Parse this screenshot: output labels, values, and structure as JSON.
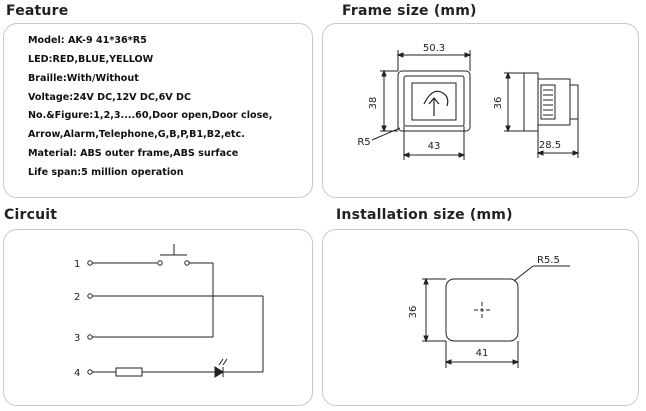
{
  "feature": {
    "heading": "Feature",
    "specs": [
      "Model: AK-9    41*36*R5",
      "LED:RED,BLUE,YELLOW",
      "Braille:With/Without",
      "Voltage:24V DC,12V DC,6V DC",
      "No.&Figure:1,2,3....60,Door open,Door close,",
      "Arrow,Alarm,Telephone,G,B,P,B1,B2,etc.",
      "Material: ABS outer frame,ABS surface",
      "Life span:5 million operation"
    ]
  },
  "frame": {
    "heading": "Frame size (mm)",
    "dim_width": "50.3",
    "dim_height": "38",
    "dim_inner_width": "43",
    "dim_radius": "R5",
    "dim_side_height": "36",
    "dim_depth": "28.5"
  },
  "circuit": {
    "heading": "Circuit",
    "terminals": [
      "1",
      "2",
      "3",
      "4"
    ]
  },
  "installation": {
    "heading": "Installation size (mm)",
    "dim_radius": "R5.5",
    "dim_height": "36",
    "dim_width": "41"
  }
}
